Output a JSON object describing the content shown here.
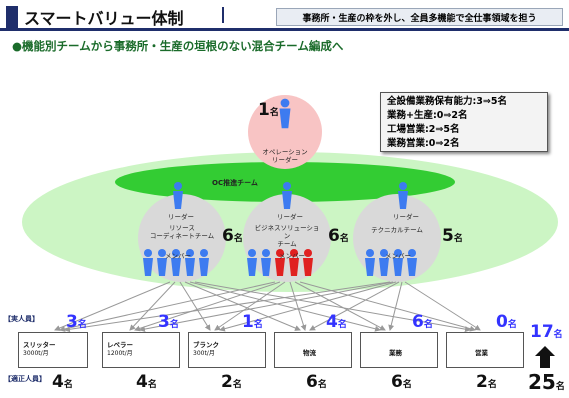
{
  "header": {
    "title": "スマートバリュー体制",
    "tagline": "事務所・生産の枠を外し、全員多機能で全仕事領域を担う"
  },
  "subtitle": "●機能別チームから事務所・生産の垣根のない混合チーム編成へ",
  "summary": {
    "lines": [
      "全設備業務保有能力:3⇒5名",
      "業務+生産:0⇒2名",
      "工場営業:2⇒5名",
      "業務営業:0⇒2名"
    ]
  },
  "top": {
    "count": "1",
    "unit": "名",
    "label": "オペレーション\nリーダー"
  },
  "oc_label": "OC推進チーム",
  "teams": [
    {
      "name": "リソース\nコーディネートチーム",
      "leader": "リーダー",
      "member": "メンバー",
      "count": "6",
      "unit": "名"
    },
    {
      "name": "ビジネスソリューション\nチーム",
      "leader": "リーダー",
      "member": "メンバー",
      "count": "6",
      "unit": "名"
    },
    {
      "name": "テクニカルチーム",
      "leader": "リーダー",
      "member": "メンバー",
      "count": "5",
      "unit": "名"
    }
  ],
  "row_labels": {
    "actual": "【実人員】",
    "appropriate": "【適正人員】"
  },
  "units": [
    {
      "name": "スリッター",
      "capacity": "3000t/月",
      "actual": "3",
      "appropriate": "4"
    },
    {
      "name": "レベラー",
      "capacity": "1200t/月",
      "actual": "3",
      "appropriate": "4"
    },
    {
      "name": "ブランク",
      "capacity": "300t/月",
      "actual": "1",
      "appropriate": "2"
    },
    {
      "name": "物流",
      "capacity": "",
      "actual": "4",
      "appropriate": "6"
    },
    {
      "name": "業務",
      "capacity": "",
      "actual": "6",
      "appropriate": "6"
    },
    {
      "name": "営業",
      "capacity": "",
      "actual": "0",
      "appropriate": "2"
    }
  ],
  "unit_label": "名",
  "totals": {
    "actual": "17",
    "appropriate": "25",
    "unit": "名"
  },
  "colors": {
    "navy": "#1f2e6b",
    "green": "#1a6b2a",
    "oc_green": "#33cc33",
    "pale_green": "#ccf5c4",
    "pink": "#f8c4c4",
    "gray_circle": "#d9d9d9",
    "person_blue": "#3d7bf0",
    "person_red": "#e02020",
    "count_blue": "#3333ff"
  }
}
